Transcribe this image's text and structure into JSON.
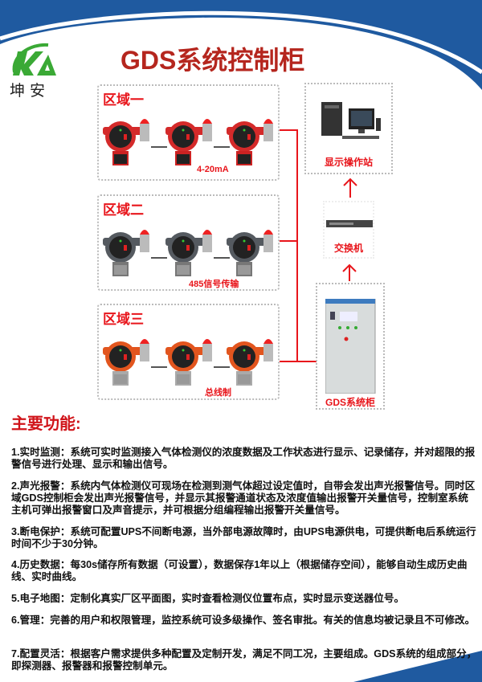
{
  "brand": {
    "name": "坤  安",
    "logo_text": "KA"
  },
  "title": "GDS系统控制柜",
  "diagram": {
    "zones": [
      {
        "label": "区域一",
        "note": "4-20mA",
        "color": "#d42a2a"
      },
      {
        "label": "区域二",
        "note": "485信号传输",
        "color": "#555a60"
      },
      {
        "label": "区域三",
        "note": "总线制",
        "color": "#e2551e"
      }
    ],
    "station_label": "显示操作站",
    "switch_label": "交换机",
    "cabinet_label": "GDS系统柜"
  },
  "features": {
    "heading": "主要功能:",
    "items": [
      "1.实时监测：系统可实时监测接入气体检测仪的浓度数据及工作状态进行显示、记录储存，并对超限的报警信号进行处理、显示和输出信号。",
      "2.声光报警：系统内气体检测仪可现场在检测到测气体超过设定值时，自带会发出声光报警信号。同时区域GDS控制柜会发出声光报警信号，并显示其报警通道状态及浓度值输出报警开关量信号，控制室系统主机可弹出报警窗口及声音提示，并可根据分组编程输出报警开关量信号。",
      "3.断电保护：系统可配置UPS不间断电源，当外部电源故障时，由UPS电源供电，可提供断电后系统运行时间不少于30分钟。",
      "4.历史数据：每30s储存所有数据（可设置），数据保存1年以上（根据储存空间），能够自动生成历史曲线、实时曲线。",
      "5.电子地图：定制化真实厂区平面图，实时查看检测仪位置布点，实时显示变送器位号。",
      "6.管理：完善的用户和权限管理，监控系统可设多级操作、签名审批。有关的信息均被记录且不可修改。",
      "7.配置灵活：根据客户需求提供多种配置及定制开发，满足不同工况，主要组成。GDS系统的组成部分，即探测器、报警器和报警控制单元。"
    ]
  },
  "colors": {
    "blue": "#1f5aa0",
    "red": "#e8151b",
    "title": "#b5261e",
    "logo_green": "#3aa935"
  }
}
